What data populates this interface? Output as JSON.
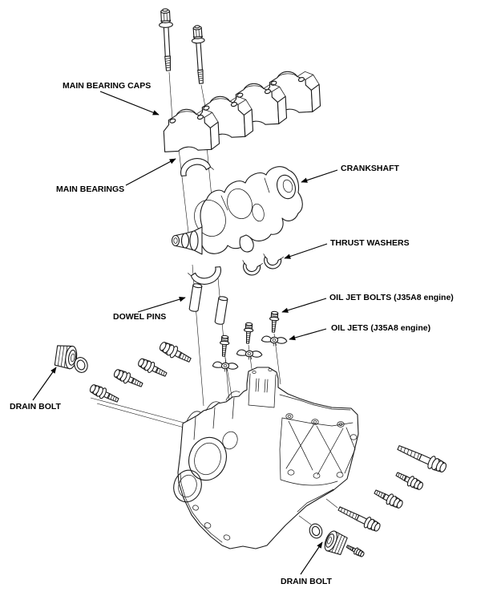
{
  "diagram_type": "engine-block-exploded-view",
  "labels": {
    "main_bearing_caps": "MAIN BEARING CAPS",
    "main_bearings": "MAIN BEARINGS",
    "crankshaft": "CRANKSHAFT",
    "thrust_washers": "THRUST WASHERS",
    "oil_jet_bolts": "OIL JET BOLTS (J35A8 engine)",
    "oil_jets": "OIL JETS (J35A8 engine)",
    "dowel_pins": "DOWEL PINS",
    "drain_bolt_left": "DRAIN BOLT",
    "drain_bolt_bottom": "DRAIN BOLT"
  },
  "colors": {
    "ink": "#1a1a1a",
    "paper": "#ffffff"
  }
}
